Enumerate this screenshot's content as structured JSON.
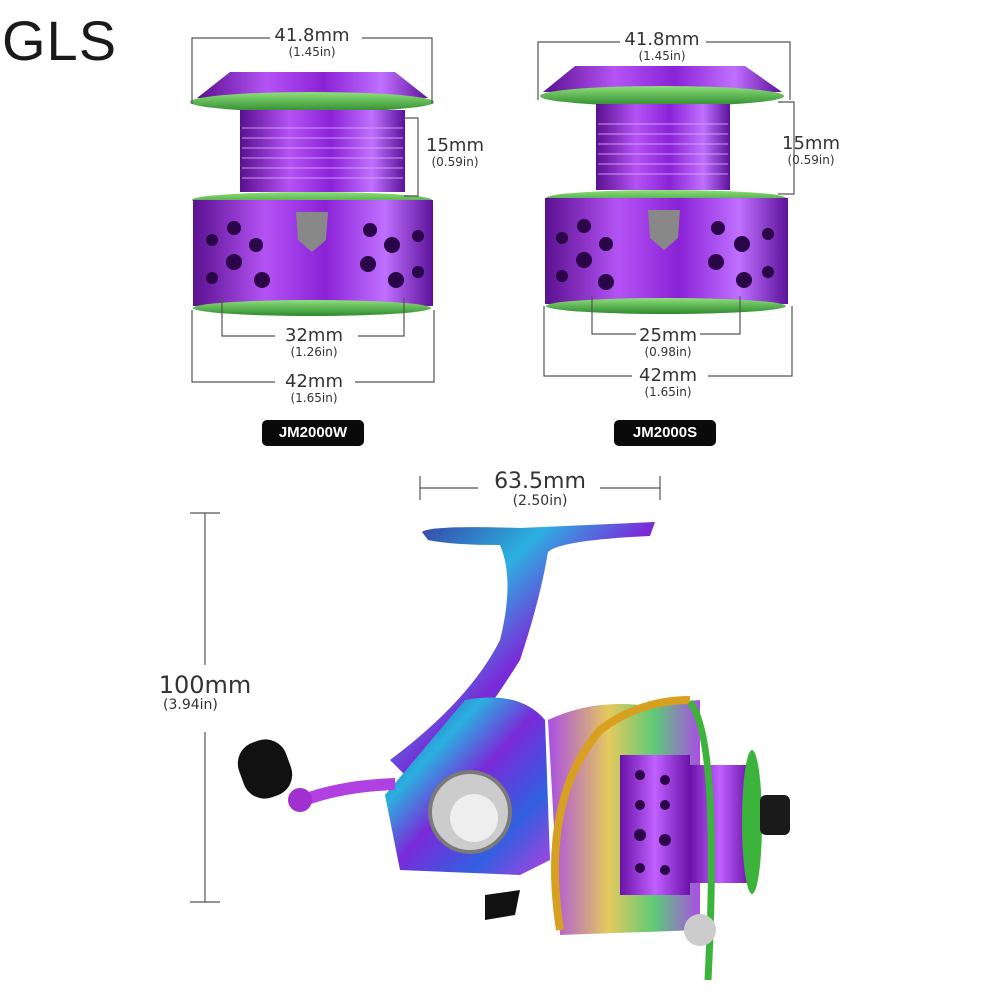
{
  "brand": "GLS",
  "spools": [
    {
      "model": "JM2000W",
      "top_diameter": {
        "mm": "41.8mm",
        "in": "(1.45in)"
      },
      "height": {
        "mm": "15mm",
        "in": "(0.59in)"
      },
      "inner_diameter": {
        "mm": "32mm",
        "in": "(1.26in)"
      },
      "outer_diameter": {
        "mm": "42mm",
        "in": "(1.65in)"
      }
    },
    {
      "model": "JM2000S",
      "top_diameter": {
        "mm": "41.8mm",
        "in": "(1.45in)"
      },
      "height": {
        "mm": "15mm",
        "in": "(0.59in)"
      },
      "inner_diameter": {
        "mm": "25mm",
        "in": "(0.98in)"
      },
      "outer_diameter": {
        "mm": "42mm",
        "in": "(1.65in)"
      }
    }
  ],
  "reel": {
    "handle_width": {
      "mm": "63.5mm",
      "in": "(2.50in)"
    },
    "height": {
      "mm": "100mm",
      "in": "(3.94in)"
    }
  },
  "colors": {
    "spool_purple": "#9b2fe0",
    "rim_green": "#3cb43c",
    "badge_bg": "#0a0a0a"
  }
}
